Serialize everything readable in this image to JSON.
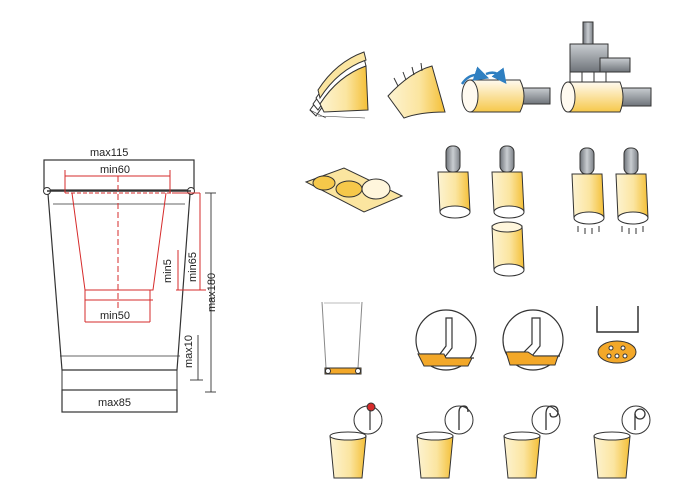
{
  "dimensions": {
    "top_width": "max115",
    "inner_top": "min60",
    "bottom_inner": "min50",
    "bottom_width": "max85",
    "side_gap": "min5",
    "depth": "min65",
    "height": "max180",
    "bottom_gap": "max10"
  },
  "colors": {
    "cup_fill": "#fbe7a8",
    "cup_gradient": "#f6c33c",
    "steel": "#8f9499",
    "outline": "#333333",
    "dim_red": "#d62b2b",
    "arrow_blue": "#2f7fc1",
    "liquid": "#f3a829"
  },
  "icons": [
    "paper-stack-icon",
    "fan-blank-cut-icon",
    "roll-forming-icon",
    "press-sealing-icon",
    "bottom-discs-icon",
    "mandrel-icon",
    "mandrel-pair-icon",
    "hot-air-mandrel-icon",
    "cup-section-icon",
    "bottom-knurl-icon",
    "bottom-seal-icon",
    "bottom-heater-icon",
    "curl-step-1-icon",
    "curl-step-2-icon",
    "curl-step-3-icon",
    "curl-step-4-icon"
  ]
}
